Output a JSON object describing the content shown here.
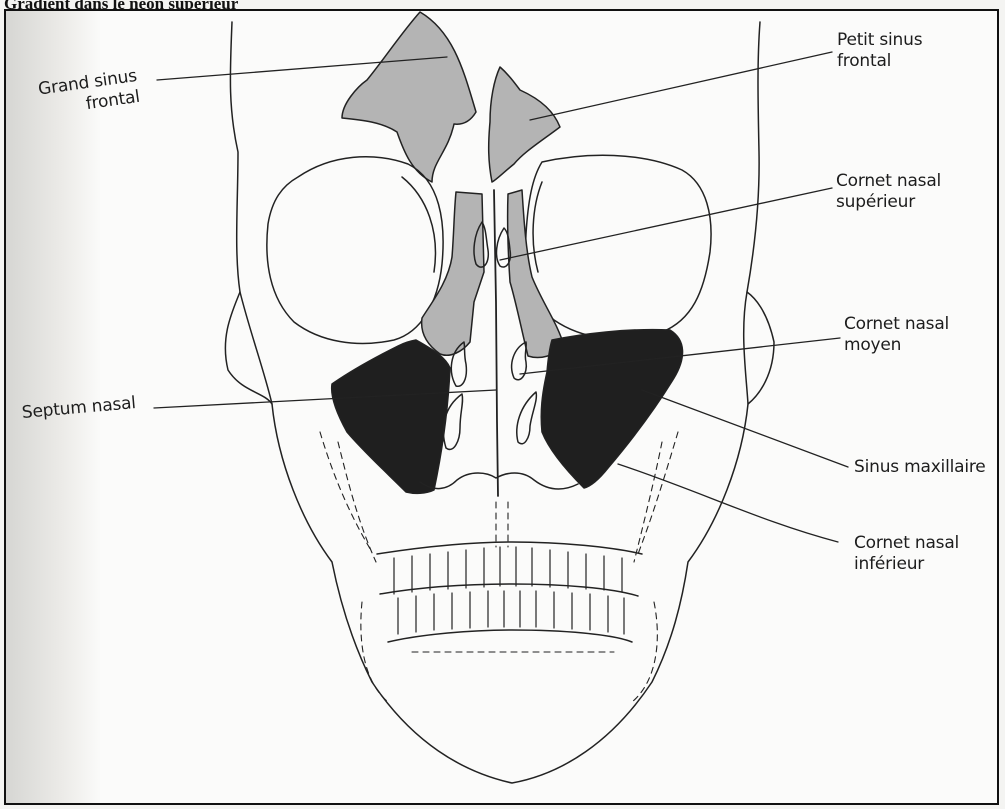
{
  "header": {
    "text": "Gradient dans le néon supérieur"
  },
  "diagram": {
    "labels": {
      "grand_sinus_frontal": {
        "line1": "Grand sinus",
        "line2": "frontal"
      },
      "petit_sinus_frontal": {
        "line1": "Petit sinus",
        "line2": "frontal"
      },
      "cornet_nasal_superieur": {
        "line1": "Cornet nasal",
        "line2": "supérieur"
      },
      "cornet_nasal_moyen": {
        "line1": "Cornet nasal",
        "line2": "moyen"
      },
      "septum_nasal": {
        "text": "Septum nasal"
      },
      "sinus_maxillaire": {
        "text": "Sinus maxillaire"
      },
      "cornet_nasal_inferieur": {
        "line1": "Cornet nasal",
        "line2": "inférieur"
      }
    },
    "colors": {
      "outline": "#222222",
      "sinus_fill": "#b4b4b4",
      "maxillary_fill": "#1f1f1f",
      "page_header": "#111111"
    }
  }
}
